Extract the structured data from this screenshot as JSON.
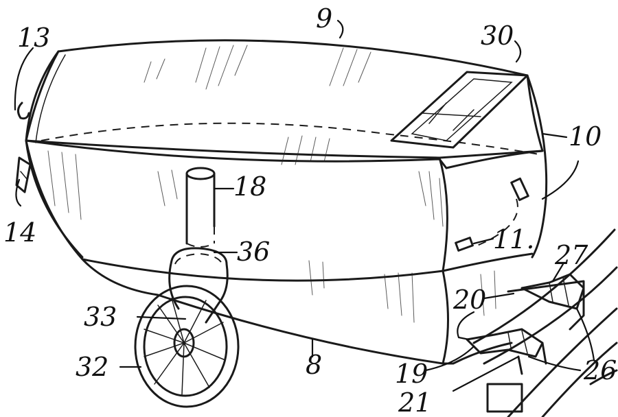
{
  "figure": {
    "reference_numerals": [
      {
        "id": "9",
        "text": "9"
      },
      {
        "id": "30",
        "text": "30"
      },
      {
        "id": "13",
        "text": "13"
      },
      {
        "id": "10",
        "text": "10"
      },
      {
        "id": "18",
        "text": "18"
      },
      {
        "id": "14",
        "text": "14"
      },
      {
        "id": "36",
        "text": "36"
      },
      {
        "id": "11",
        "text": "11."
      },
      {
        "id": "27",
        "text": "27"
      },
      {
        "id": "20",
        "text": "20"
      },
      {
        "id": "33",
        "text": "33"
      },
      {
        "id": "19",
        "text": "19"
      },
      {
        "id": "26",
        "text": "26"
      },
      {
        "id": "8",
        "text": "8"
      },
      {
        "id": "32",
        "text": "32"
      },
      {
        "id": "21",
        "text": "21"
      }
    ]
  }
}
